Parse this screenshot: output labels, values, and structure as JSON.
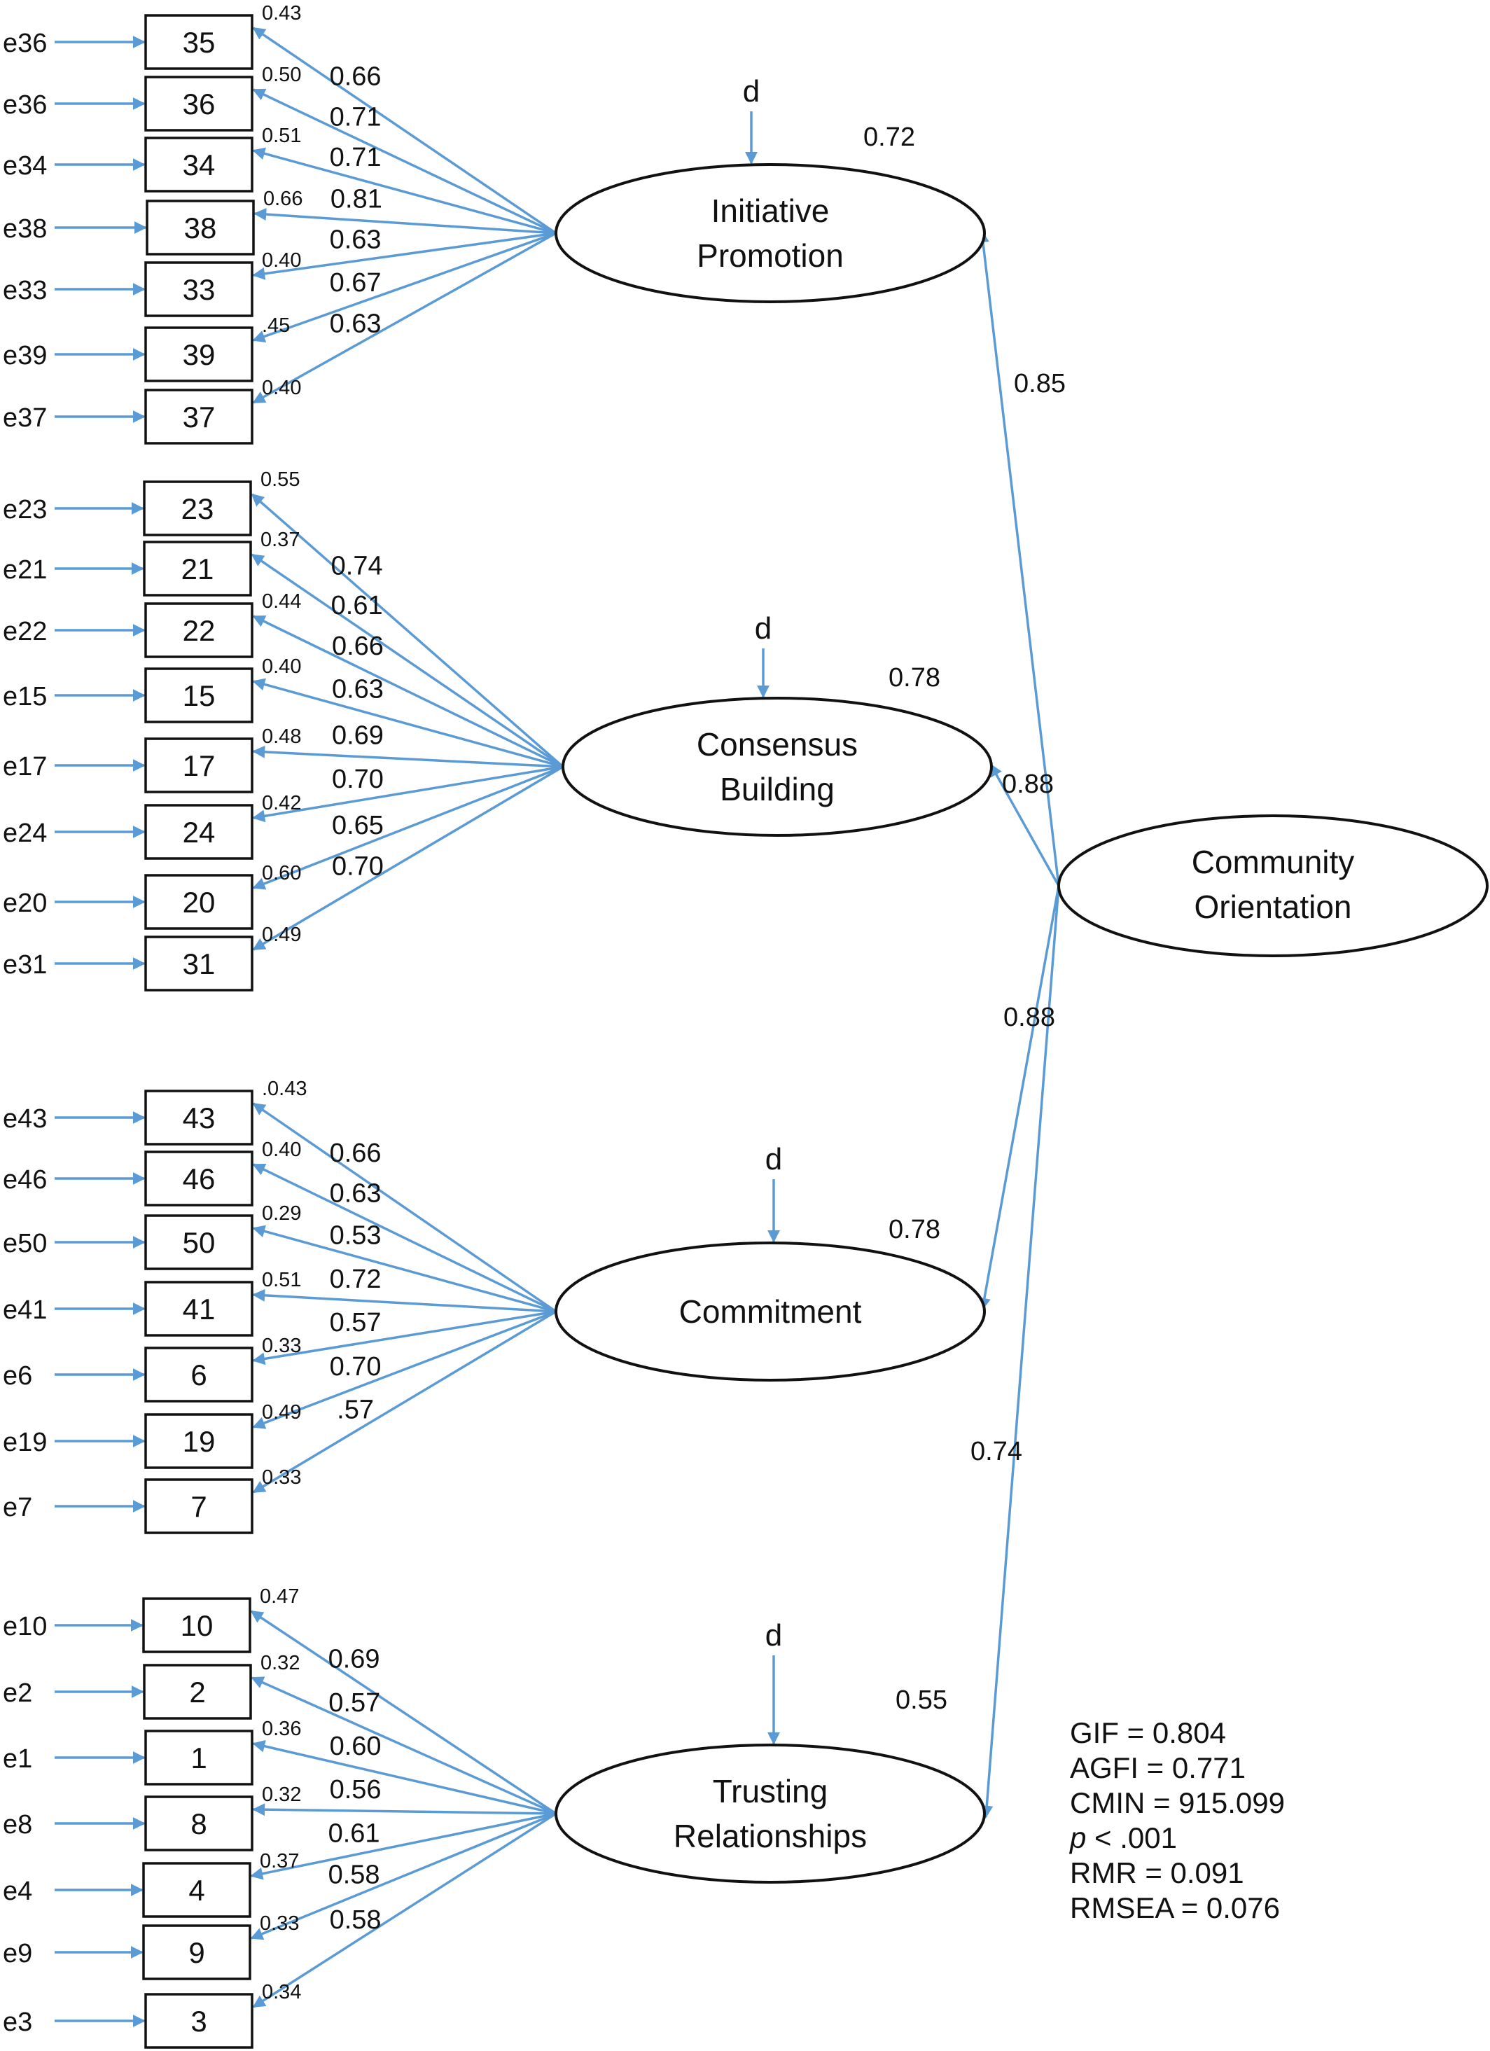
{
  "colors": {
    "arrow": "#5b9bd5",
    "stroke": "#111111",
    "text": "#111111"
  },
  "disturbance_label": "d",
  "second_order": {
    "label_lines": [
      "Community",
      "Orientation"
    ]
  },
  "factors": [
    {
      "id": "initiative",
      "label_lines": [
        "Initiative",
        "Promotion"
      ],
      "r2": "0.72",
      "path_coef": "0.85",
      "items": [
        {
          "error": "e36",
          "item": "35",
          "loading": "0.66",
          "r2": "0.43"
        },
        {
          "error": "e36",
          "item": "36",
          "loading": "0.71",
          "r2": "0.50"
        },
        {
          "error": "e34",
          "item": "34",
          "loading": "0.71",
          "r2": "0.51"
        },
        {
          "error": "e38",
          "item": "38",
          "loading": "0.81",
          "r2": "0.66"
        },
        {
          "error": "e33",
          "item": "33",
          "loading": "0.63",
          "r2": "0.40"
        },
        {
          "error": "e39",
          "item": "39",
          "loading": "0.67",
          "r2": ".45"
        },
        {
          "error": "e37",
          "item": "37",
          "loading": "0.63",
          "r2": "0.40"
        }
      ]
    },
    {
      "id": "consensus",
      "label_lines": [
        "Consensus",
        "Building"
      ],
      "r2": "0.78",
      "path_coef": "0.88",
      "items": [
        {
          "error": "e23",
          "item": "23",
          "loading": "0.74",
          "r2": "0.55"
        },
        {
          "error": "e21",
          "item": "21",
          "loading": "0.61",
          "r2": "0.37"
        },
        {
          "error": "e22",
          "item": "22",
          "loading": "0.66",
          "r2": "0.44"
        },
        {
          "error": "e15",
          "item": "15",
          "loading": "0.63",
          "r2": "0.40"
        },
        {
          "error": "e17",
          "item": "17",
          "loading": "0.69",
          "r2": "0.48"
        },
        {
          "error": "e24",
          "item": "24",
          "loading": "0.70",
          "r2": "0.42"
        },
        {
          "error": "e20",
          "item": "20",
          "loading": "0.65",
          "r2": "0.60"
        },
        {
          "error": "e31",
          "item": "31",
          "loading": "0.70",
          "r2": "0.49"
        }
      ]
    },
    {
      "id": "commitment",
      "label_lines": [
        "Commitment"
      ],
      "r2": "0.78",
      "path_coef": "0.88",
      "items": [
        {
          "error": "e43",
          "item": "43",
          "loading": "0.66",
          "r2": ".0.43"
        },
        {
          "error": "e46",
          "item": "46",
          "loading": "0.63",
          "r2": "0.40"
        },
        {
          "error": "e50",
          "item": "50",
          "loading": "0.53",
          "r2": "0.29"
        },
        {
          "error": "e41",
          "item": "41",
          "loading": "0.72",
          "r2": "0.51"
        },
        {
          "error": "e6",
          "item": "6",
          "loading": "0.57",
          "r2": "0.33"
        },
        {
          "error": "e19",
          "item": "19",
          "loading": "0.70",
          "r2": "0.49"
        },
        {
          "error": "e7",
          "item": "7",
          "loading": ".57",
          "r2": "0.33"
        }
      ]
    },
    {
      "id": "trusting",
      "label_lines": [
        "Trusting",
        "Relationships"
      ],
      "r2": "0.55",
      "path_coef": "0.74",
      "items": [
        {
          "error": "e10",
          "item": "10",
          "loading": "0.69",
          "r2": "0.47"
        },
        {
          "error": "e2",
          "item": "2",
          "loading": "0.57",
          "r2": "0.32"
        },
        {
          "error": "e1",
          "item": "1",
          "loading": "0.60",
          "r2": "0.36"
        },
        {
          "error": "e8",
          "item": "8",
          "loading": "0.56",
          "r2": "0.32"
        },
        {
          "error": "e4",
          "item": "4",
          "loading": "0.61",
          "r2": "0.37"
        },
        {
          "error": "e9",
          "item": "9",
          "loading": "0.58",
          "r2": "0.33"
        },
        {
          "error": "e3",
          "item": "3",
          "loading": "0.58",
          "r2": "0.34"
        }
      ]
    }
  ],
  "fit_indices": {
    "gif": "GIF = 0.804",
    "agfi": "AGFI = 0.771",
    "cmin": "CMIN = 915.099",
    "p_symbol": "p",
    "p_value": " < .001",
    "rmr": "RMR = 0.091",
    "rmsea": "RMSEA = 0.076"
  }
}
